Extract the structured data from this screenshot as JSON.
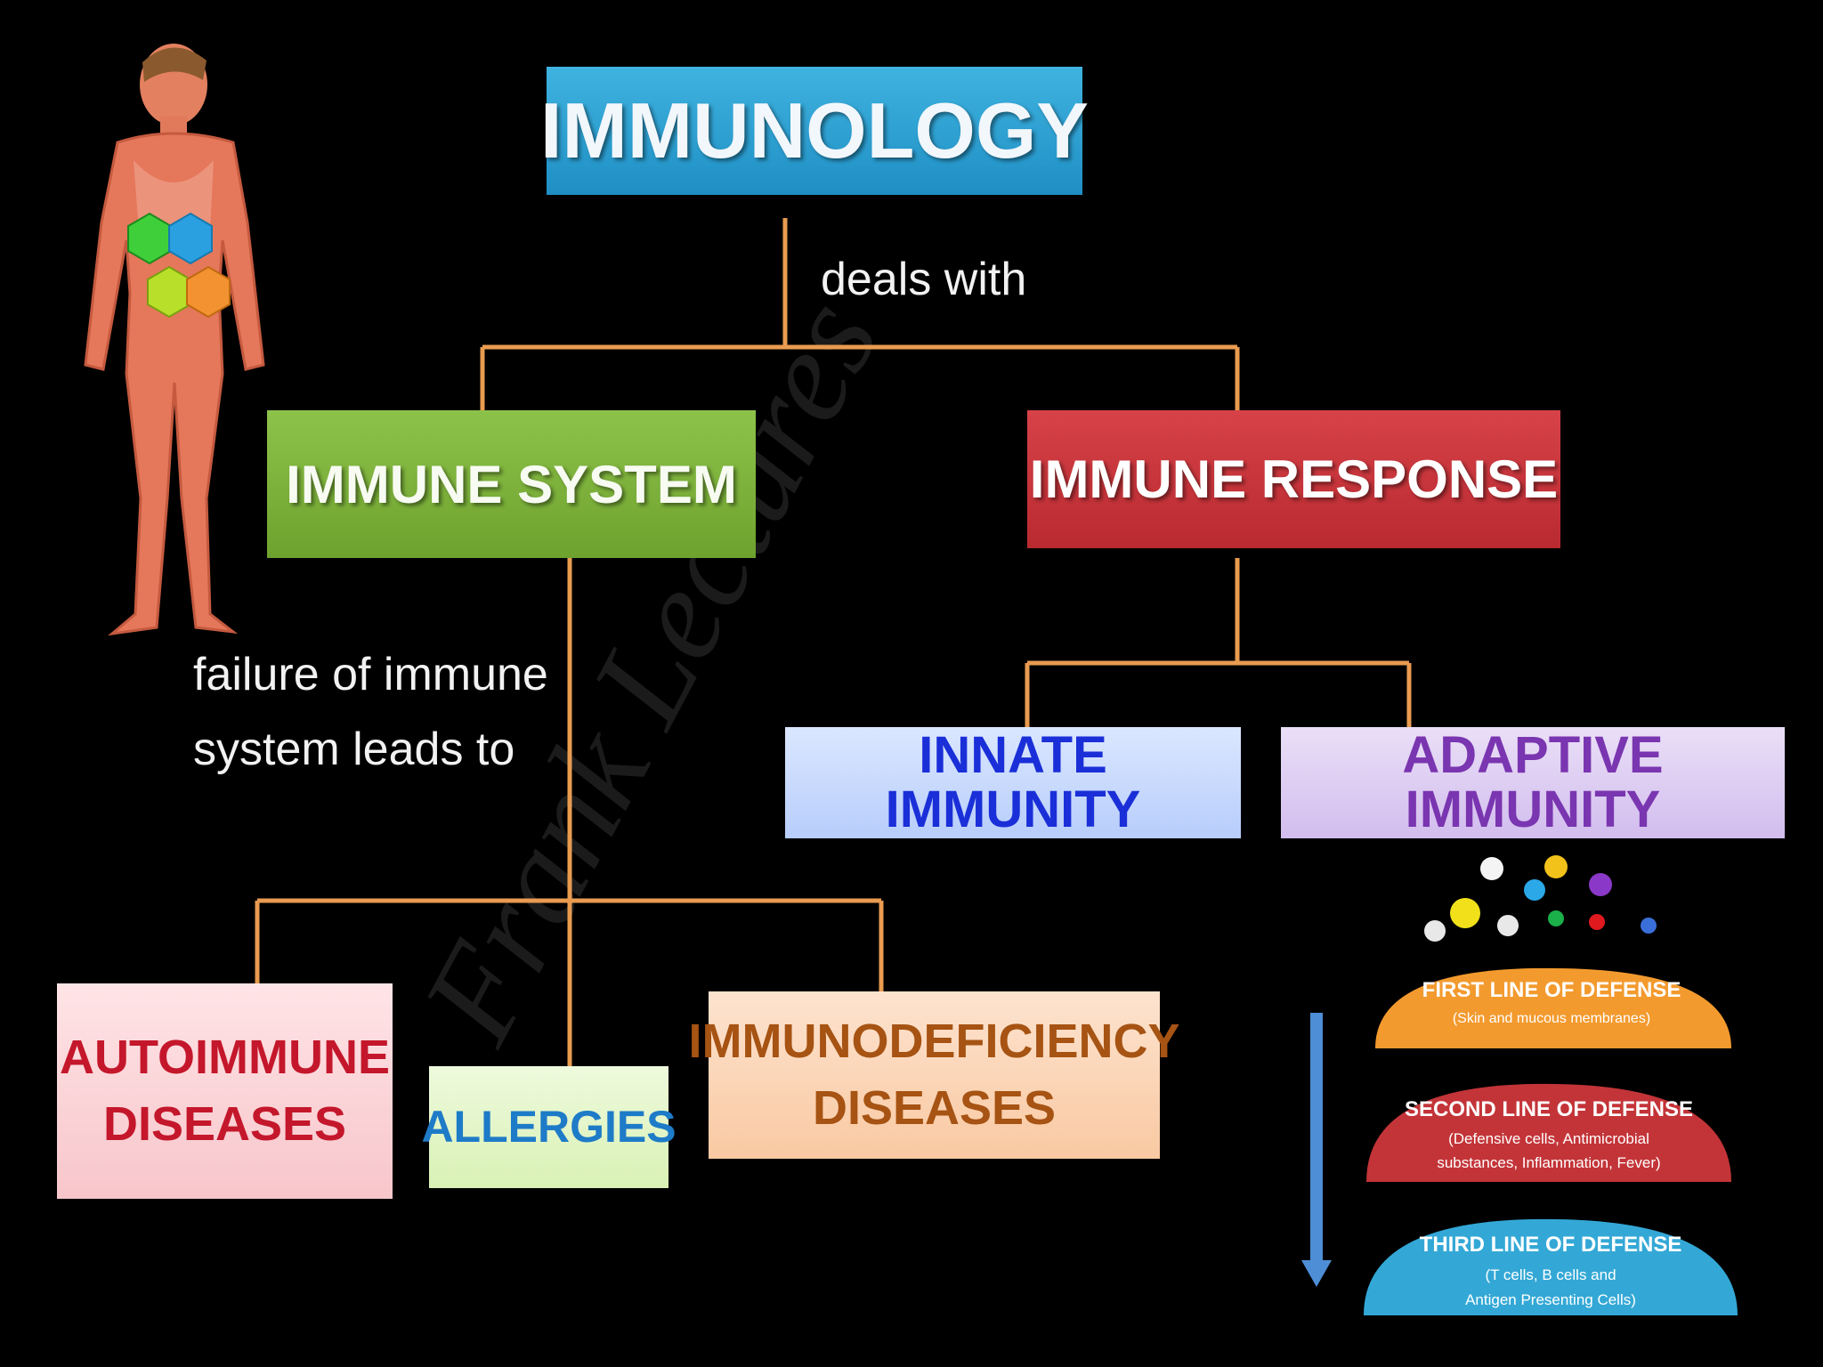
{
  "diagram": {
    "root": "IMMUNOLOGY",
    "edge_root": "deals with",
    "immune_system": "IMMUNE SYSTEM",
    "immune_response": "IMMUNE RESPONSE",
    "innate": "INNATE IMMUNITY",
    "adaptive": "ADAPTIVE IMMUNITY",
    "failure_line1": "failure  of  immune",
    "failure_line2": "system leads to",
    "autoimmune_line1": "AUTOIMMUNE",
    "autoimmune_line2": "DISEASES",
    "allergies": "ALLERGIES",
    "immunodef_line1": "IMMUNODEFICIENCY",
    "immunodef_line2": "DISEASES"
  },
  "defense": {
    "first": {
      "title": "FIRST  LINE  OF DEFENSE",
      "line1": "(Skin and mucous membranes)"
    },
    "second": {
      "title": "SECOND LINE OF  DEFENSE",
      "line1": "(Defensive cells, Antimicrobial",
      "line2": "substances, Inflammation, Fever)"
    },
    "third": {
      "title": "THIRD  LINE  OF  DEFENSE",
      "line1": "(T cells, B cells and",
      "line2": "Antigen Presenting Cells)"
    }
  },
  "watermark": "Frank Lectures",
  "colors": {
    "connector": "#e99b50",
    "immunology": "#29a3d6",
    "immune_system": "#7cb23a",
    "immune_response": "#c9343a",
    "arrow": "#4d8ed6"
  }
}
